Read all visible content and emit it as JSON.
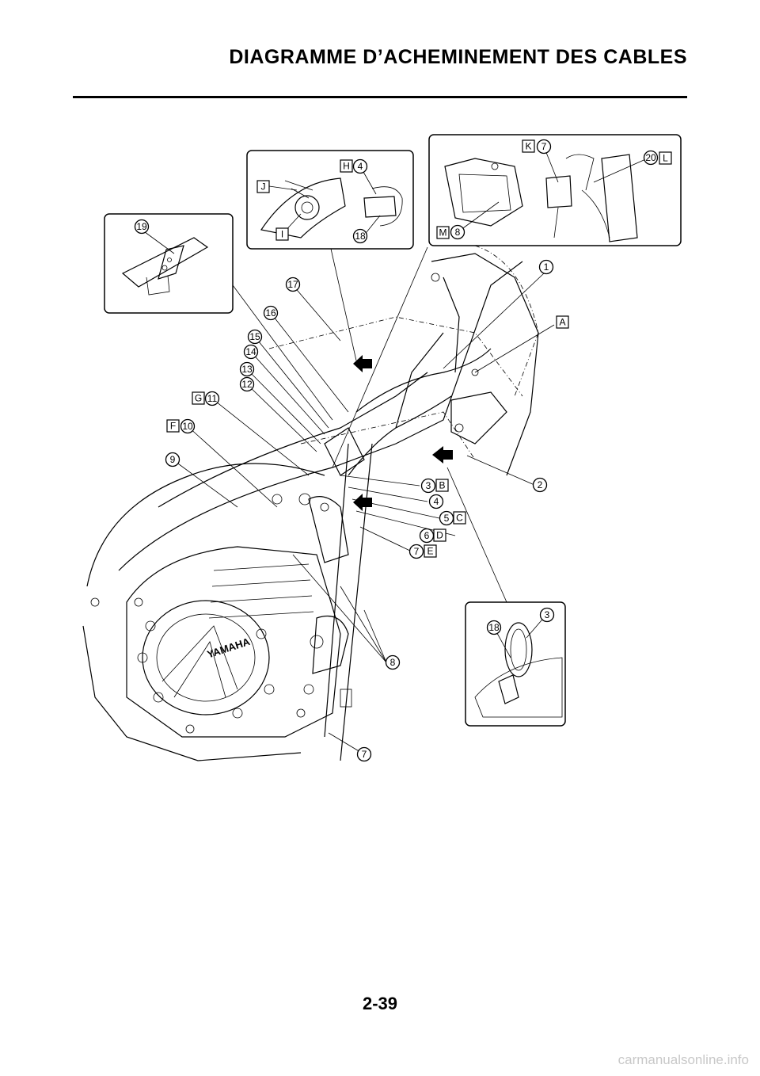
{
  "header": {
    "title": "DIAGRAMME D’ACHEMINEMENT DES CABLES"
  },
  "footer": {
    "page_number": "2-39",
    "watermark": "carmanualsonline.info"
  },
  "diagram": {
    "brand_text": "YAMAHA",
    "callouts": [
      "1",
      "2",
      "3",
      "4",
      "5",
      "6",
      "7",
      "8",
      "9",
      "10",
      "11",
      "12",
      "13",
      "14",
      "15",
      "16",
      "17",
      "18",
      "19",
      "20"
    ],
    "letters": [
      "A",
      "B",
      "C",
      "D",
      "E",
      "F",
      "G",
      "H",
      "I",
      "J",
      "K",
      "L",
      "M"
    ]
  }
}
